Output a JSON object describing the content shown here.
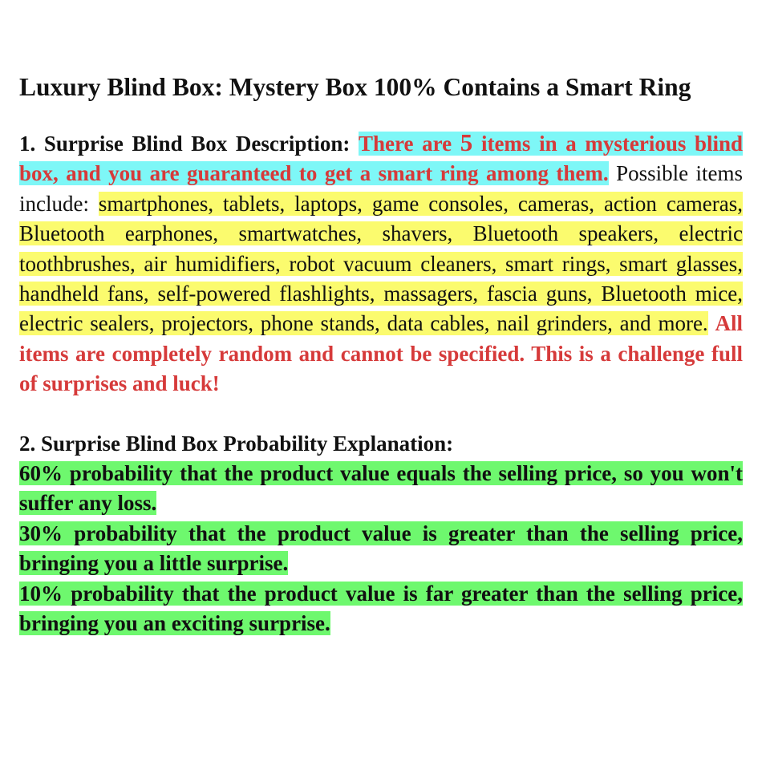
{
  "title": "Luxury Blind Box: Mystery Box 100% Contains a Smart Ring",
  "section1": {
    "heading": "1. Surprise Blind Box Description:",
    "highlight_before": "There are",
    "highlight_number": "5",
    "highlight_after": "items in a mysterious blind box, and you are guaranteed to get a smart ring among them.",
    "possible_label": "Possible items include:",
    "items_list": "smartphones, tablets, laptops, game consoles, cameras, action cameras, Bluetooth earphones, smartwatches, shavers, Bluetooth speakers, electric toothbrushes, air humidifiers, robot vacuum cleaners, smart rings, smart glasses, handheld fans, self-powered flashlights, massagers, fascia guns, Bluetooth mice, electric sealers, projectors, phone stands, data cables, nail grinders, and more.",
    "random_note": "All items are completely random and cannot be specified. This is a challenge full of surprises and luck!"
  },
  "section2": {
    "heading": "2. Surprise Blind Box Probability Explanation:",
    "lines": [
      "60% probability that the product value equals the selling price, so you won't suffer any loss.",
      "30% probability that the product value is greater than the selling price, bringing you a little surprise.",
      "10% probability that the product value is far greater than the selling price, bringing you an exciting surprise."
    ]
  },
  "colors": {
    "red_text": "#d63a3a",
    "cyan_highlight": "#7ef7f7",
    "yellow_highlight": "#fbfb6e",
    "green_highlight": "#6ef86e"
  }
}
